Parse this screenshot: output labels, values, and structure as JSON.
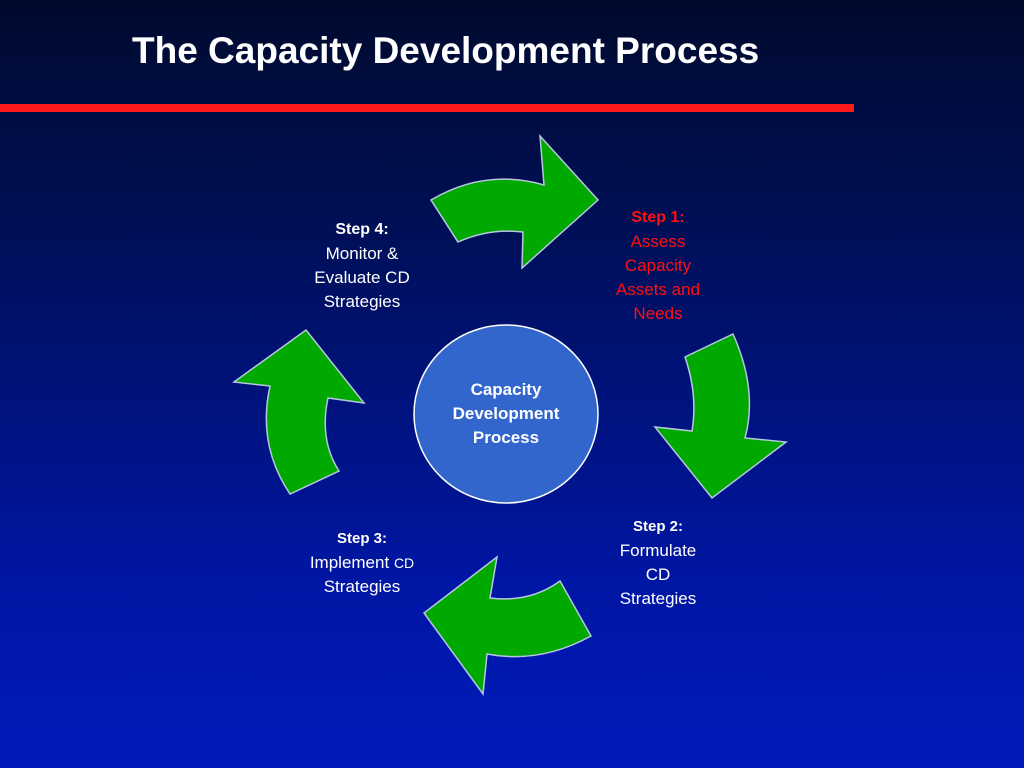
{
  "title": "The Capacity Development Process",
  "center": {
    "lines": [
      "Capacity",
      "Development",
      "Process"
    ]
  },
  "steps": {
    "step1": {
      "heading": "Step 1:",
      "lines": [
        "Assess",
        "Capacity",
        "Assets and",
        "Needs"
      ]
    },
    "step2": {
      "heading": "Step 2:",
      "lines": [
        "Formulate",
        "CD",
        "Strategies"
      ]
    },
    "step3": {
      "heading": "Step 3:",
      "line1_main": "Implement",
      "line1_small": "CD",
      "line2": "Strategies"
    },
    "step4": {
      "heading": "Step 4:",
      "lines": [
        "Monitor &",
        "Evaluate CD",
        "Strategies"
      ]
    }
  },
  "colors": {
    "arrow_fill": "#00a900",
    "arrow_stroke": "#b8c6e0",
    "circle_fill": "#3366cc",
    "circle_stroke": "#ffffff",
    "title_rule": "#ff1a1a",
    "step1_text": "#ff1010"
  }
}
